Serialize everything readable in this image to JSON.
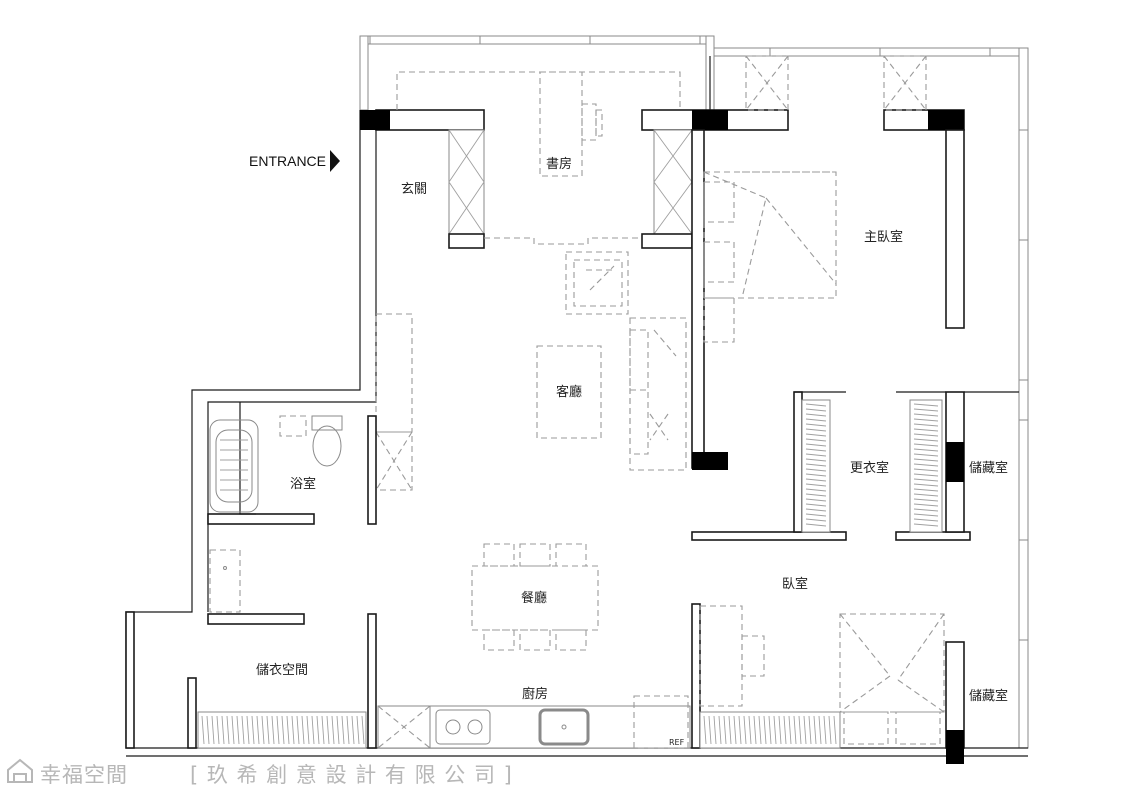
{
  "entrance": {
    "label": "ENTRANCE"
  },
  "rooms": {
    "study": "書房",
    "foyer": "玄關",
    "master_bedroom": "主臥室",
    "living_room": "客廳",
    "bathroom": "浴室",
    "walk_in_closet": "更衣室",
    "storage_room_right": "儲藏室",
    "dining_room": "餐廳",
    "bedroom": "臥室",
    "wardrobe_space": "儲衣空間",
    "kitchen": "廚房",
    "storage_room_bottom": "儲藏室",
    "refrigerator": "REF"
  },
  "watermark": {
    "brand": "幸福空間",
    "designer": "[ 玖 希 創 意 設 計 有 限 公 司 ]"
  }
}
